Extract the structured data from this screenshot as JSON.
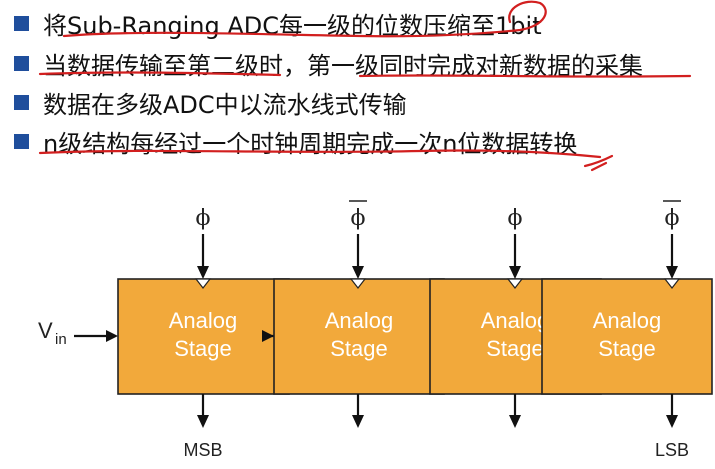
{
  "bullets": [
    "将Sub-Ranging ADC每一级的位数压缩至1bit",
    "当数据传输至第二级时，第一级同时完成对新数据的采集",
    "数据在多级ADC中以流水线式传输",
    "n级结构每经过一个时钟周期完成一次n位数据转换"
  ],
  "diagram": {
    "input_label": "V",
    "input_subscript": "in",
    "stages": [
      {
        "line1": "Analog",
        "line2": "Stage",
        "clock": "ϕ"
      },
      {
        "line1": "Analog",
        "line2": "Stage",
        "clock": "ϕ"
      },
      {
        "line1": "Analog",
        "line2": "Stage",
        "clock": "ϕ"
      },
      {
        "line1": "Analog",
        "line2": "Stage",
        "clock": "ϕ"
      }
    ],
    "clock_inverted": [
      false,
      true,
      false,
      true
    ],
    "msb_label": "MSB",
    "lsb_label": "LSB",
    "colors": {
      "stage_fill": "#f2a93b",
      "bullet": "#1f4e9c",
      "annotation": "#d21f1f"
    }
  }
}
